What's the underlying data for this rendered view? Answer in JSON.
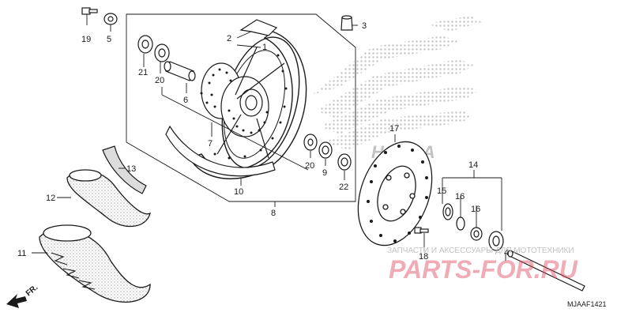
{
  "diagram": {
    "code": "MJAAF1421",
    "direction_label": "FR.",
    "colors": {
      "line": "#1a1a1a",
      "watermark_gray": "#c2c2c2",
      "watermark_red": "#e0495e",
      "tire_gray": "#9a9a9a"
    },
    "callouts": {
      "c1": "1",
      "c2": "2",
      "c3": "3",
      "c4": "4",
      "c5": "5",
      "c6": "6",
      "c7": "7",
      "c8": "8",
      "c9": "9",
      "c10": "10",
      "c11": "11",
      "c12": "12",
      "c13": "13",
      "c14": "14",
      "c15": "15",
      "c16a": "16",
      "c16b": "16",
      "c17": "17",
      "c18": "18",
      "c19": "19",
      "c20a": "20",
      "c20b": "20",
      "c21": "21",
      "c22": "22"
    },
    "watermark": {
      "tagline": "ЗАПЧАСТИ И АКСЕССУАРЫ ДЛЯ МОТОТЕХНИКИ",
      "brand": "PARTS-FOR.RU",
      "logo_text": "HONDA"
    }
  }
}
